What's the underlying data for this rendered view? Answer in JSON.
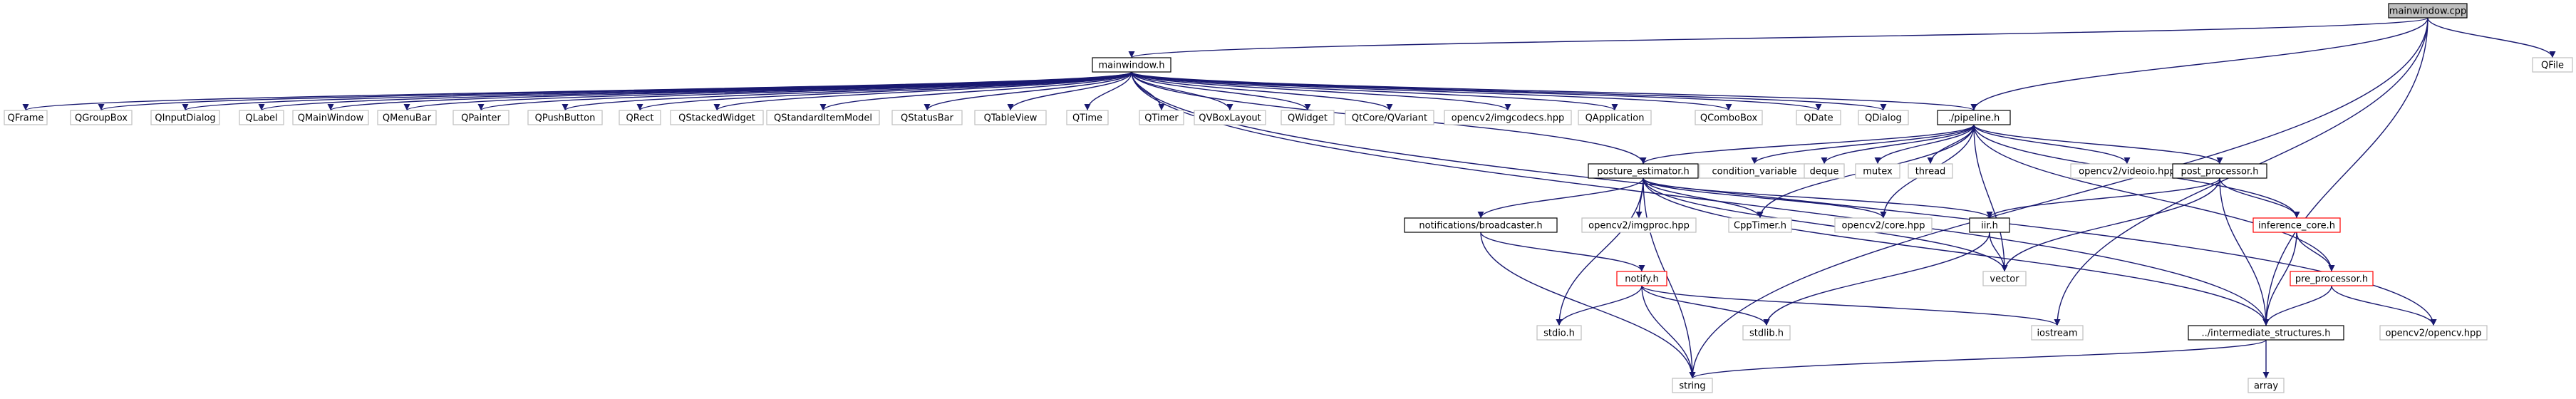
{
  "graph": {
    "colors": {
      "edge": "#191970",
      "node_border_default": "#bfbfbf",
      "node_border_header": "#000000",
      "node_border_missing": "#ff0000",
      "node_fill_default": "#ffffff",
      "node_fill_root": "#bfbfbf"
    },
    "nodes": [
      {
        "id": "mainwindow_cpp",
        "label": "mainwindow.cpp",
        "style": "root"
      },
      {
        "id": "mainwindow_h",
        "label": "mainwindow.h",
        "style": "header"
      },
      {
        "id": "qfile",
        "label": "QFile",
        "style": "default"
      },
      {
        "id": "qframe",
        "label": "QFrame",
        "style": "default"
      },
      {
        "id": "qgroupbox",
        "label": "QGroupBox",
        "style": "default"
      },
      {
        "id": "qinputdialog",
        "label": "QInputDialog",
        "style": "default"
      },
      {
        "id": "qlabel",
        "label": "QLabel",
        "style": "default"
      },
      {
        "id": "qmainwindow",
        "label": "QMainWindow",
        "style": "default"
      },
      {
        "id": "qmenubar",
        "label": "QMenuBar",
        "style": "default"
      },
      {
        "id": "qpainter",
        "label": "QPainter",
        "style": "default"
      },
      {
        "id": "qpushbutton",
        "label": "QPushButton",
        "style": "default"
      },
      {
        "id": "qrect",
        "label": "QRect",
        "style": "default"
      },
      {
        "id": "qstackedwidget",
        "label": "QStackedWidget",
        "style": "default"
      },
      {
        "id": "qstandarditemmodel",
        "label": "QStandardItemModel",
        "style": "default"
      },
      {
        "id": "qstatusbar",
        "label": "QStatusBar",
        "style": "default"
      },
      {
        "id": "qtableview",
        "label": "QTableView",
        "style": "default"
      },
      {
        "id": "qtime",
        "label": "QTime",
        "style": "default"
      },
      {
        "id": "qtimer",
        "label": "QTimer",
        "style": "default"
      },
      {
        "id": "qvboxlayout",
        "label": "QVBoxLayout",
        "style": "default"
      },
      {
        "id": "qwidget",
        "label": "QWidget",
        "style": "default"
      },
      {
        "id": "qtcore_qvariant",
        "label": "QtCore/QVariant",
        "style": "default"
      },
      {
        "id": "imgcodecs",
        "label": "opencv2/imgcodecs.hpp",
        "style": "default"
      },
      {
        "id": "qapplication",
        "label": "QApplication",
        "style": "default"
      },
      {
        "id": "qcombobox",
        "label": "QComboBox",
        "style": "default"
      },
      {
        "id": "qdate",
        "label": "QDate",
        "style": "default"
      },
      {
        "id": "qdialog",
        "label": "QDialog",
        "style": "default"
      },
      {
        "id": "pipeline_h",
        "label": "./pipeline.h",
        "style": "header"
      },
      {
        "id": "posture_estimator_h",
        "label": "posture_estimator.h",
        "style": "header"
      },
      {
        "id": "condition_variable",
        "label": "condition_variable",
        "style": "default"
      },
      {
        "id": "deque",
        "label": "deque",
        "style": "default"
      },
      {
        "id": "mutex",
        "label": "mutex",
        "style": "default"
      },
      {
        "id": "thread",
        "label": "thread",
        "style": "default"
      },
      {
        "id": "videoio",
        "label": "opencv2/videoio.hpp",
        "style": "default"
      },
      {
        "id": "post_processor_h",
        "label": "post_processor.h",
        "style": "header"
      },
      {
        "id": "broadcaster_h",
        "label": "notifications/broadcaster.h",
        "style": "header"
      },
      {
        "id": "imgproc",
        "label": "opencv2/imgproc.hpp",
        "style": "default"
      },
      {
        "id": "cpptimer_h",
        "label": "CppTimer.h",
        "style": "default"
      },
      {
        "id": "core_hpp",
        "label": "opencv2/core.hpp",
        "style": "default"
      },
      {
        "id": "iir_h",
        "label": "iir.h",
        "style": "header"
      },
      {
        "id": "inference_core_h",
        "label": "inference_core.h",
        "style": "missing"
      },
      {
        "id": "pre_processor_h",
        "label": "pre_processor.h",
        "style": "missing"
      },
      {
        "id": "vector",
        "label": "vector",
        "style": "default"
      },
      {
        "id": "notify_h",
        "label": "notify.h",
        "style": "missing"
      },
      {
        "id": "stdio_h",
        "label": "stdio.h",
        "style": "default"
      },
      {
        "id": "stdlib_h",
        "label": "stdlib.h",
        "style": "default"
      },
      {
        "id": "iostream",
        "label": "iostream",
        "style": "default"
      },
      {
        "id": "intermediate_h",
        "label": "../intermediate_structures.h",
        "style": "header"
      },
      {
        "id": "opencv_hpp",
        "label": "opencv2/opencv.hpp",
        "style": "default"
      },
      {
        "id": "string",
        "label": "string",
        "style": "default"
      },
      {
        "id": "array",
        "label": "array",
        "style": "default"
      }
    ],
    "edges": [
      [
        "mainwindow_cpp",
        "mainwindow_h"
      ],
      [
        "mainwindow_cpp",
        "qfile"
      ],
      [
        "mainwindow_cpp",
        "pipeline_h"
      ],
      [
        "mainwindow_cpp",
        "iostream"
      ],
      [
        "mainwindow_cpp",
        "intermediate_h"
      ],
      [
        "mainwindow_cpp",
        "string"
      ],
      [
        "mainwindow_h",
        "qframe"
      ],
      [
        "mainwindow_h",
        "qgroupbox"
      ],
      [
        "mainwindow_h",
        "qinputdialog"
      ],
      [
        "mainwindow_h",
        "qlabel"
      ],
      [
        "mainwindow_h",
        "qmainwindow"
      ],
      [
        "mainwindow_h",
        "qmenubar"
      ],
      [
        "mainwindow_h",
        "qpainter"
      ],
      [
        "mainwindow_h",
        "qpushbutton"
      ],
      [
        "mainwindow_h",
        "qrect"
      ],
      [
        "mainwindow_h",
        "qstackedwidget"
      ],
      [
        "mainwindow_h",
        "qstandarditemmodel"
      ],
      [
        "mainwindow_h",
        "qstatusbar"
      ],
      [
        "mainwindow_h",
        "qtableview"
      ],
      [
        "mainwindow_h",
        "qtime"
      ],
      [
        "mainwindow_h",
        "qtimer"
      ],
      [
        "mainwindow_h",
        "qvboxlayout"
      ],
      [
        "mainwindow_h",
        "qwidget"
      ],
      [
        "mainwindow_h",
        "qtcore_qvariant"
      ],
      [
        "mainwindow_h",
        "imgcodecs"
      ],
      [
        "mainwindow_h",
        "qapplication"
      ],
      [
        "mainwindow_h",
        "qcombobox"
      ],
      [
        "mainwindow_h",
        "qdate"
      ],
      [
        "mainwindow_h",
        "qdialog"
      ],
      [
        "mainwindow_h",
        "pipeline_h"
      ],
      [
        "mainwindow_h",
        "posture_estimator_h"
      ],
      [
        "mainwindow_h",
        "opencv_hpp"
      ],
      [
        "mainwindow_h",
        "intermediate_h"
      ],
      [
        "pipeline_h",
        "posture_estimator_h"
      ],
      [
        "pipeline_h",
        "condition_variable"
      ],
      [
        "pipeline_h",
        "deque"
      ],
      [
        "pipeline_h",
        "mutex"
      ],
      [
        "pipeline_h",
        "thread"
      ],
      [
        "pipeline_h",
        "videoio"
      ],
      [
        "pipeline_h",
        "post_processor_h"
      ],
      [
        "pipeline_h",
        "cpptimer_h"
      ],
      [
        "pipeline_h",
        "core_hpp"
      ],
      [
        "pipeline_h",
        "vector"
      ],
      [
        "pipeline_h",
        "inference_core_h"
      ],
      [
        "pipeline_h",
        "pre_processor_h"
      ],
      [
        "posture_estimator_h",
        "broadcaster_h"
      ],
      [
        "posture_estimator_h",
        "imgproc"
      ],
      [
        "posture_estimator_h",
        "cpptimer_h"
      ],
      [
        "posture_estimator_h",
        "core_hpp"
      ],
      [
        "posture_estimator_h",
        "iir_h"
      ],
      [
        "posture_estimator_h",
        "vector"
      ],
      [
        "posture_estimator_h",
        "intermediate_h"
      ],
      [
        "posture_estimator_h",
        "string"
      ],
      [
        "posture_estimator_h",
        "stdio_h"
      ],
      [
        "post_processor_h",
        "iir_h"
      ],
      [
        "post_processor_h",
        "inference_core_h"
      ],
      [
        "post_processor_h",
        "intermediate_h"
      ],
      [
        "post_processor_h",
        "vector"
      ],
      [
        "broadcaster_h",
        "notify_h"
      ],
      [
        "broadcaster_h",
        "string"
      ],
      [
        "iir_h",
        "vector"
      ],
      [
        "iir_h",
        "stdlib_h"
      ],
      [
        "inference_core_h",
        "pre_processor_h"
      ],
      [
        "inference_core_h",
        "intermediate_h"
      ],
      [
        "pre_processor_h",
        "intermediate_h"
      ],
      [
        "pre_processor_h",
        "opencv_hpp"
      ],
      [
        "notify_h",
        "stdio_h"
      ],
      [
        "notify_h",
        "stdlib_h"
      ],
      [
        "notify_h",
        "iostream"
      ],
      [
        "notify_h",
        "string"
      ],
      [
        "intermediate_h",
        "string"
      ],
      [
        "intermediate_h",
        "array"
      ]
    ]
  }
}
